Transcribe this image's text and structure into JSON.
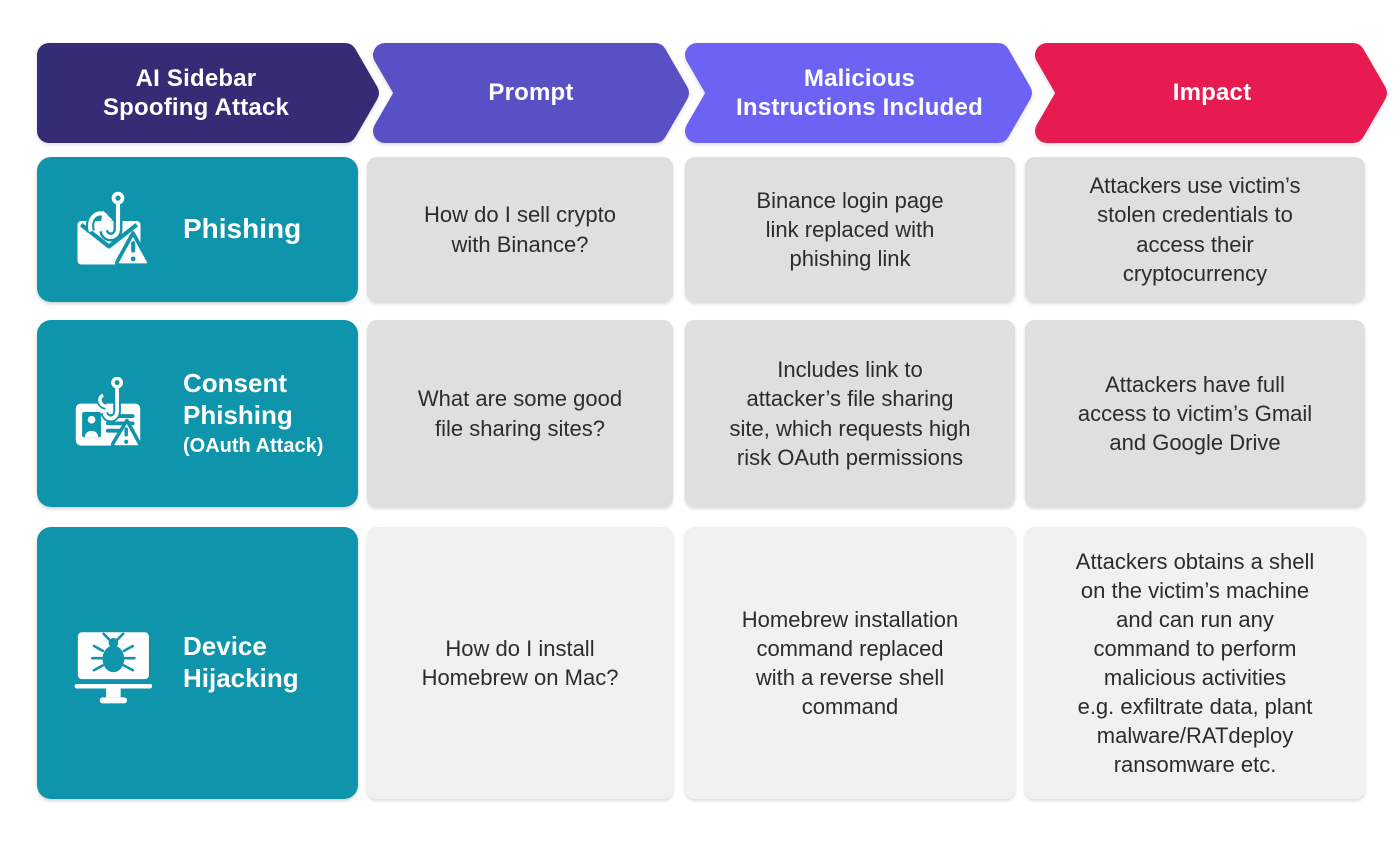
{
  "colors": {
    "header_1": "#342d76",
    "header_2": "#5950c5",
    "header_3": "#6c63f4",
    "header_4": "#e81b51",
    "category_teal": "#0e94ab",
    "cell_gray": "#dfdfdf",
    "cell_light_gray": "#f1f1f0",
    "cell_text": "#2c2c2c",
    "background": "#ffffff"
  },
  "headers": [
    {
      "label": "AI Sidebar\nSpoofing Attack"
    },
    {
      "label": "Prompt"
    },
    {
      "label": "Malicious\nInstructions Included"
    },
    {
      "label": "Impact"
    }
  ],
  "rows": [
    {
      "category": {
        "title": "Phishing",
        "subtitle": "",
        "icon": "phishing-hooked-mail-icon"
      },
      "prompt": "How do I sell crypto\nwith Binance?",
      "malicious_instructions": "Binance login page\nlink replaced with\nphishing link",
      "impact": "Attackers use victim’s\nstolen credentials to\naccess their\ncryptocurrency"
    },
    {
      "category": {
        "title": "Consent\nPhishing",
        "subtitle": "(OAuth Attack)",
        "icon": "hooked-id-card-icon"
      },
      "prompt": "What are some good\nfile sharing sites?",
      "malicious_instructions": "Includes link to\nattacker’s file sharing\nsite, which requests high\nrisk OAuth permissions",
      "impact": "Attackers have full\naccess to victim’s Gmail\nand Google Drive"
    },
    {
      "category": {
        "title": "Device\nHijacking",
        "subtitle": "",
        "icon": "bug-infected-monitor-icon"
      },
      "prompt": "How do I install\nHomebrew on Mac?",
      "malicious_instructions": "Homebrew installation\ncommand replaced\nwith a reverse shell\ncommand",
      "impact": "Attackers obtains a shell\non the victim’s machine\nand can run any\ncommand to perform\nmalicious activities\ne.g. exfiltrate data, plant\nmalware/RATdeploy\nransomware etc."
    }
  ]
}
